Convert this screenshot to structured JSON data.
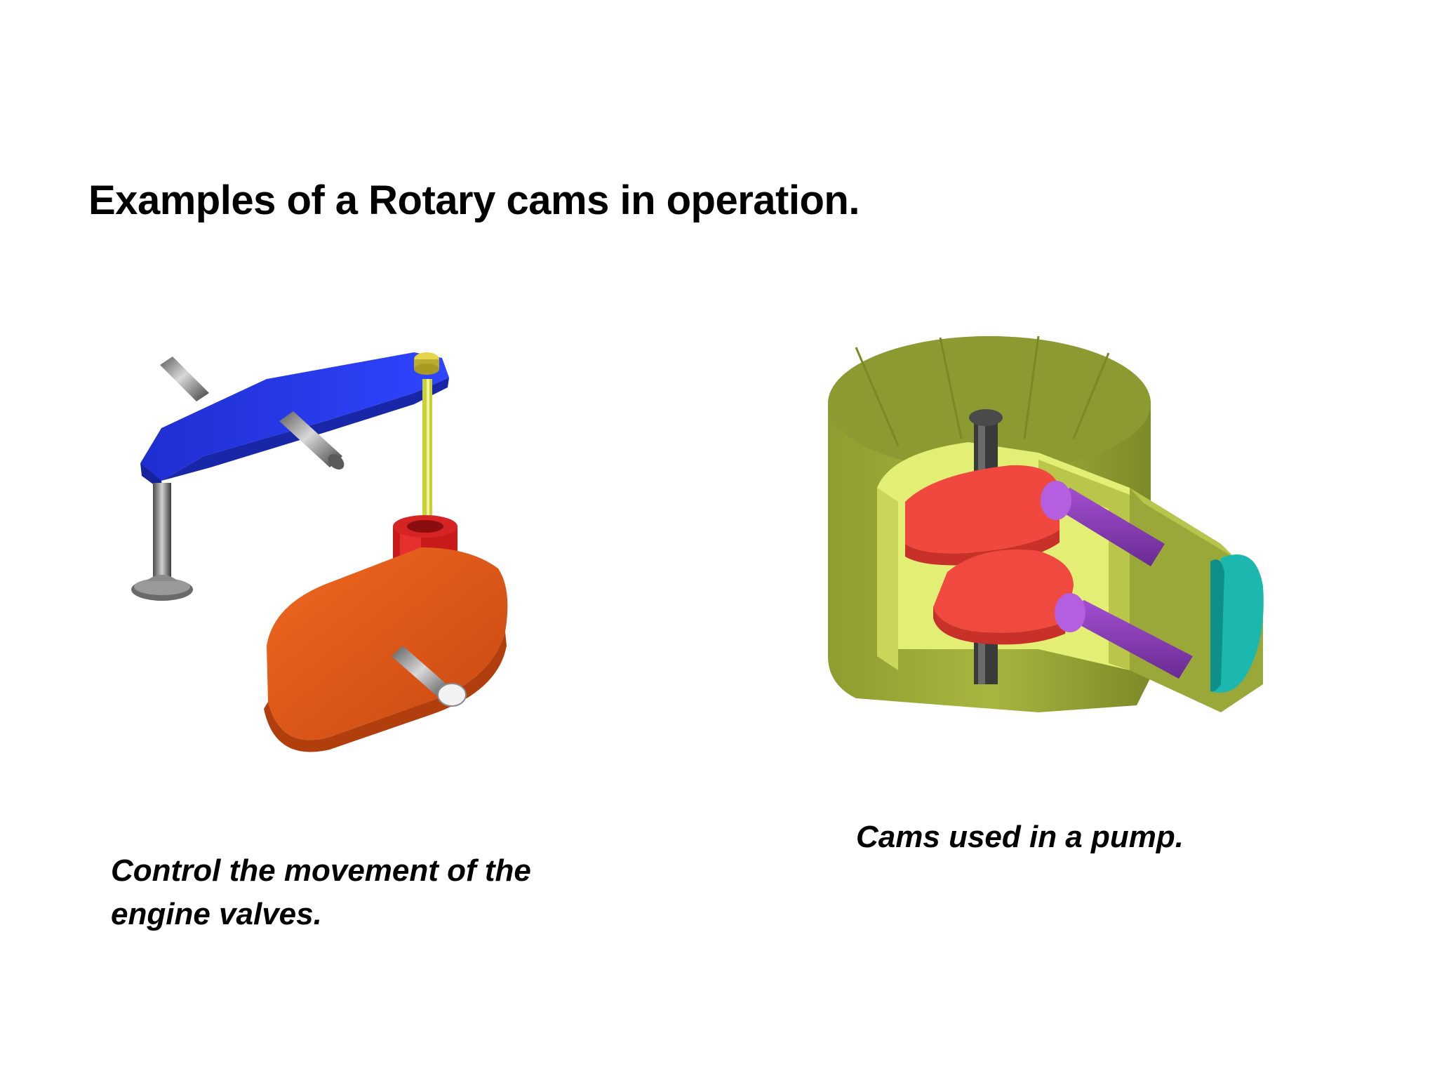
{
  "slide": {
    "title": "Examples of a Rotary cams in operation.",
    "figures": [
      {
        "id": "engine-valve-cam",
        "caption_lines": [
          "Control the movement of the",
          "engine valves."
        ],
        "colors": {
          "rocker_arm": "#2336e0",
          "cam": "#e8531a",
          "follower_guide": "#d81f1f",
          "push_rod": "#c9cf3a",
          "pivot_pin": "#d9cc3a",
          "shaft": "#8a8a8a",
          "valve": "#7a7a7a"
        }
      },
      {
        "id": "pump-cam",
        "caption_lines": [
          "Cams used in a pump."
        ],
        "colors": {
          "housing": "#9aa83a",
          "housing_inner": "#e3ef78",
          "cams": "#f04a40",
          "plungers": "#8a3ab8",
          "end_cap": "#1cb8b0",
          "shaft": "#3a3a3a"
        }
      }
    ]
  }
}
